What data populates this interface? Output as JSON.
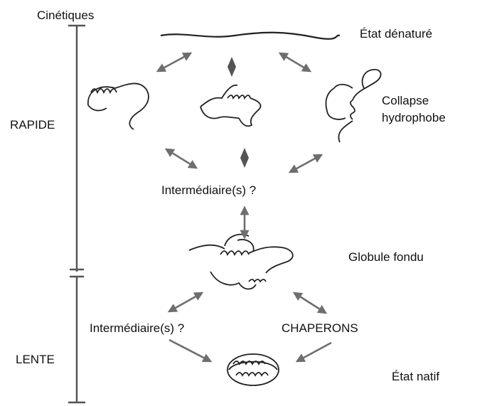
{
  "kinetics": {
    "title": "Cinétiques",
    "fast": "RAPIDE",
    "slow": "LENTE"
  },
  "states": {
    "denatured": "État dénaturé",
    "hydrophobic_collapse": "Collapse hydrophobe",
    "intermediate_top": "Intermédiaire(s) ?",
    "molten_globule": "Globule fondu",
    "intermediate_bottom": "Intermédiaire(s) ?",
    "chaperones": "CHAPERONS",
    "native": "État natif"
  },
  "colors": {
    "line": "#222222",
    "arrow": "#6e6e6e",
    "axis": "#555555"
  }
}
